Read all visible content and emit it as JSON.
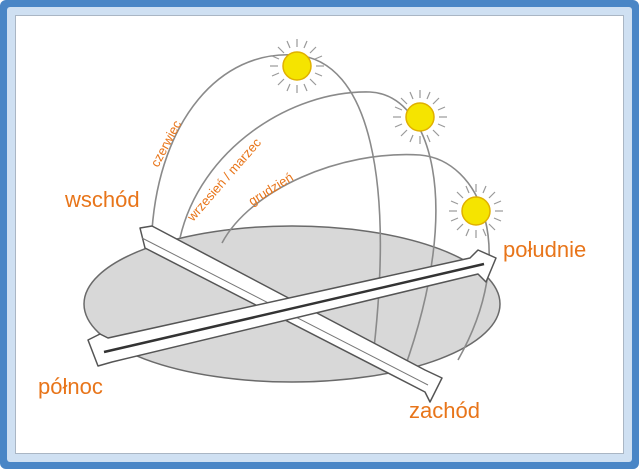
{
  "directions": {
    "east": "wschód",
    "south": "południe",
    "north": "północ",
    "west": "zachód"
  },
  "sun_paths": {
    "june": "czerwiec",
    "equinox": "wrzesień / marzec",
    "december": "grudzień"
  },
  "colors": {
    "label": "#e8751a",
    "sun": "#f5e400",
    "sun_outline": "#e0b000",
    "ground": "#d8d8d8",
    "arc": "#8a8a8a",
    "frame": "#4a86c6"
  }
}
